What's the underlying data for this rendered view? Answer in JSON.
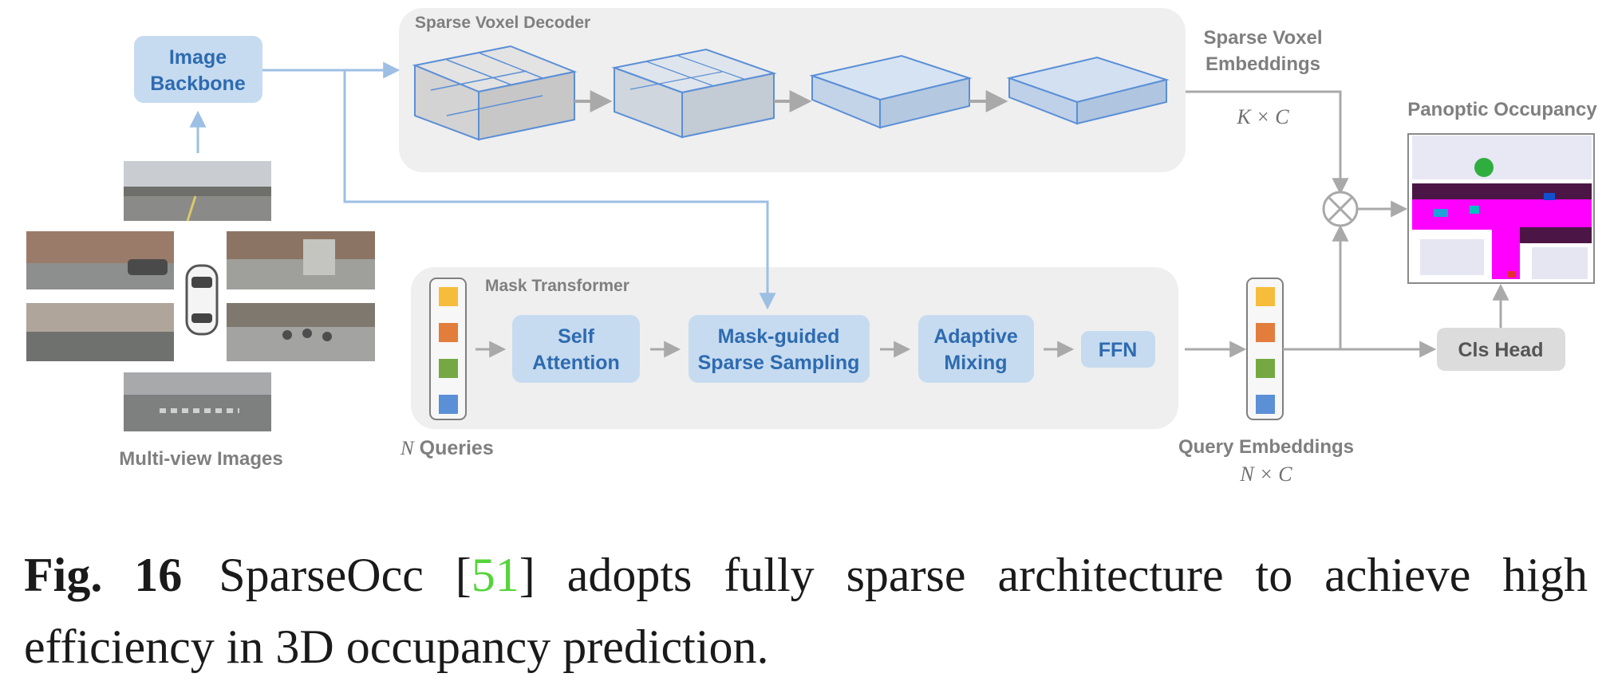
{
  "diagram": {
    "image_backbone": {
      "line1": "Image",
      "line2": "Backbone"
    },
    "multi_view_label": "Multi-view Images",
    "sparse_voxel_decoder": "Sparse Voxel Decoder",
    "sparse_voxel_embeddings": {
      "line1": "Sparse Voxel",
      "line2": "Embeddings",
      "dims": "K × C"
    },
    "panoptic_occupancy": "Panoptic Occupancy",
    "mask_transformer": "Mask Transformer",
    "self_attention": {
      "line1": "Self",
      "line2": "Attention"
    },
    "mask_guided": {
      "line1": "Mask-guided",
      "line2": "Sparse Sampling"
    },
    "adaptive_mixing": {
      "line1": "Adaptive",
      "line2": "Mixing"
    },
    "ffn": "FFN",
    "cls_head": "Cls Head",
    "queries": {
      "symbol": "N",
      "text": " Queries"
    },
    "query_embeddings": {
      "line1": "Query Embeddings",
      "dims": "N × C"
    },
    "query_colors": [
      "#f5bd3b",
      "#e27d3c",
      "#75a843",
      "#5b8fd6"
    ],
    "colors": {
      "box_fill": "#c6dbf0",
      "box_text": "#2e6bb0",
      "arrow": "#a9a9a9",
      "blue_arrow": "#9dbfe4",
      "panel": "#efefef"
    }
  },
  "caption": {
    "fig": "Fig. 16",
    "pre": "SparseOcc [",
    "cite": "51",
    "post": "] adopts fully sparse architecture to achieve high efficiency in 3D occupancy prediction."
  }
}
